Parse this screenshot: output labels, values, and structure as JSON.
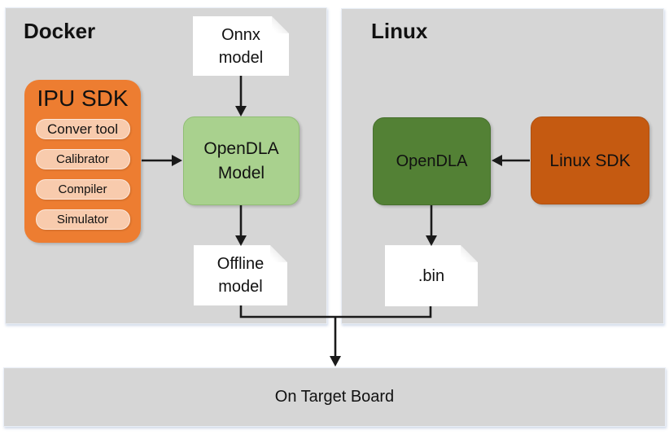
{
  "colors": {
    "panel_gray": "#d6d6d6",
    "orange": "#ed7d31",
    "peach": "#f8cbad",
    "light_green": "#a9d18e",
    "dark_green": "#538135",
    "dark_orange": "#c55a11",
    "doc_white": "#ffffff",
    "arrow_black": "#1a1a1a"
  },
  "docker_panel": {
    "title": "Docker",
    "ipu_sdk": {
      "title": "IPU SDK",
      "tools": [
        "Conver tool",
        "Calibrator",
        "Compiler",
        "Simulator"
      ]
    },
    "onnx_doc": {
      "line1": "Onnx",
      "line2": "model"
    },
    "opendla_model": {
      "line1": "OpenDLA",
      "line2": "Model"
    },
    "offline_doc": {
      "line1": "Offline",
      "line2": "model"
    }
  },
  "linux_panel": {
    "title": "Linux",
    "opendla": {
      "label": "OpenDLA"
    },
    "linux_sdk": {
      "label": "Linux SDK"
    },
    "bin_doc": {
      "label": ".bin"
    }
  },
  "target_board": {
    "label": "On Target Board"
  }
}
